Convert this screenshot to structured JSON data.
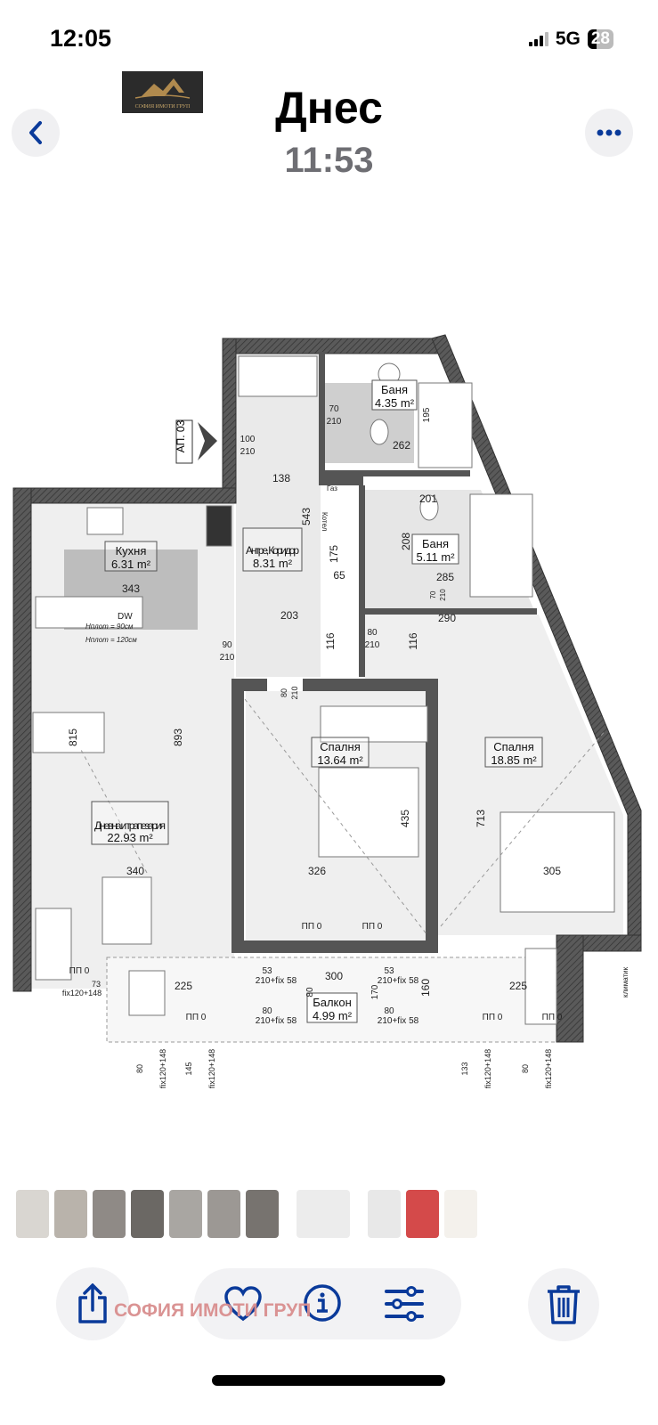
{
  "status_bar": {
    "time": "12:05",
    "network": "5G",
    "battery": "28"
  },
  "header": {
    "logo_text": "СОФИЯ ИМОТИ ГРУП",
    "title": "Днес",
    "subtitle": "11:53",
    "back_icon": "chevron-left-icon",
    "more_icon": "ellipsis-icon"
  },
  "floor_plan": {
    "apartment_label": "АП. 03",
    "rooms": [
      {
        "name": "Баня",
        "area": "4.35 m²"
      },
      {
        "name": "Баня",
        "area": "5.11 m²"
      },
      {
        "name": "Кухня",
        "area": "6.31 m²"
      },
      {
        "name": "Антре, Коридор",
        "area": "8.31 m²"
      },
      {
        "name": "Спалня",
        "area": "13.64 m²"
      },
      {
        "name": "Спалня",
        "area": "18.85 m²"
      },
      {
        "name": "Дневна и трапезария",
        "area": "22.93 m²"
      },
      {
        "name": "Балкон",
        "area": "4.99 m²"
      }
    ],
    "labels": {
      "gas": "Газ",
      "boiler": "Котел",
      "dw": "DW",
      "h90": "Hплот = 90см",
      "h120": "Hплот = 120см",
      "ac": "климатик"
    },
    "dimensions": {
      "entry_door_w": "100",
      "entry_door_h": "210",
      "bath1_door_w": "70",
      "bath1_door_h": "210",
      "d195": "195",
      "d262": "262",
      "d138": "138",
      "d543": "543",
      "d201": "201",
      "d208": "208",
      "d175": "175",
      "d65": "65",
      "d285": "285",
      "bath2_door_w": "70",
      "bath2_door_h": "210",
      "d343": "343",
      "d203": "203",
      "d290": "290",
      "kitchen_door_w": "90",
      "kitchen_door_h": "210",
      "d116a": "116",
      "d116b": "116",
      "bed2_door_w": "80",
      "bed2_door_h": "210",
      "bed1_door_w": "80",
      "bed1_door_h": "210",
      "d815": "815",
      "d893": "893",
      "d435": "435",
      "d713": "713",
      "d340": "340",
      "d326": "326",
      "d305": "305",
      "d225a": "225",
      "d225b": "225",
      "d300": "300",
      "pp0": "ПП 0",
      "w53": "53",
      "w210fix58": "210+fix 58",
      "w80": "80",
      "w170": "170",
      "w160": "160",
      "fix120": "fix120+148",
      "d73": "73",
      "d80": "80",
      "d145": "145",
      "d133": "133"
    }
  },
  "thumbnails": [
    {
      "color": "#d9d6d1"
    },
    {
      "color": "#b9b3ab"
    },
    {
      "color": "#8f8a86"
    },
    {
      "color": "#6b6864"
    },
    {
      "color": "#a9a6a2"
    },
    {
      "color": "#9c9894"
    },
    {
      "color": "#77736f"
    },
    {
      "color": "#ececec"
    },
    {
      "color": "#e8e8e8"
    },
    {
      "color": "#d44a4a"
    },
    {
      "color": "#f4f1ec"
    }
  ],
  "toolbar": {
    "share_icon": "share-icon",
    "favorite_icon": "heart-icon",
    "info_icon": "info-icon",
    "adjust_icon": "sliders-icon",
    "delete_icon": "trash-icon",
    "watermark": "СОФИЯ ИМОТИ ГРУП",
    "icon_color": "#0a3a9a"
  }
}
